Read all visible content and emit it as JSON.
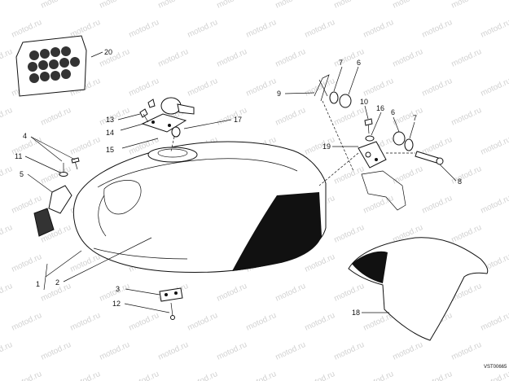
{
  "watermark": "motod.ru",
  "reference_code": "VST00665",
  "callouts": {
    "c1": "1",
    "c2": "2",
    "c3": "3",
    "c4": "4",
    "c5": "5",
    "c6a": "6",
    "c6b": "6",
    "c7a": "7",
    "c7b": "7",
    "c8": "8",
    "c9": "9",
    "c10": "10",
    "c11": "11",
    "c12": "12",
    "c13": "13",
    "c14": "14",
    "c15": "15",
    "c16": "16",
    "c17": "17",
    "c18": "18",
    "c19": "19",
    "c20": "20"
  }
}
